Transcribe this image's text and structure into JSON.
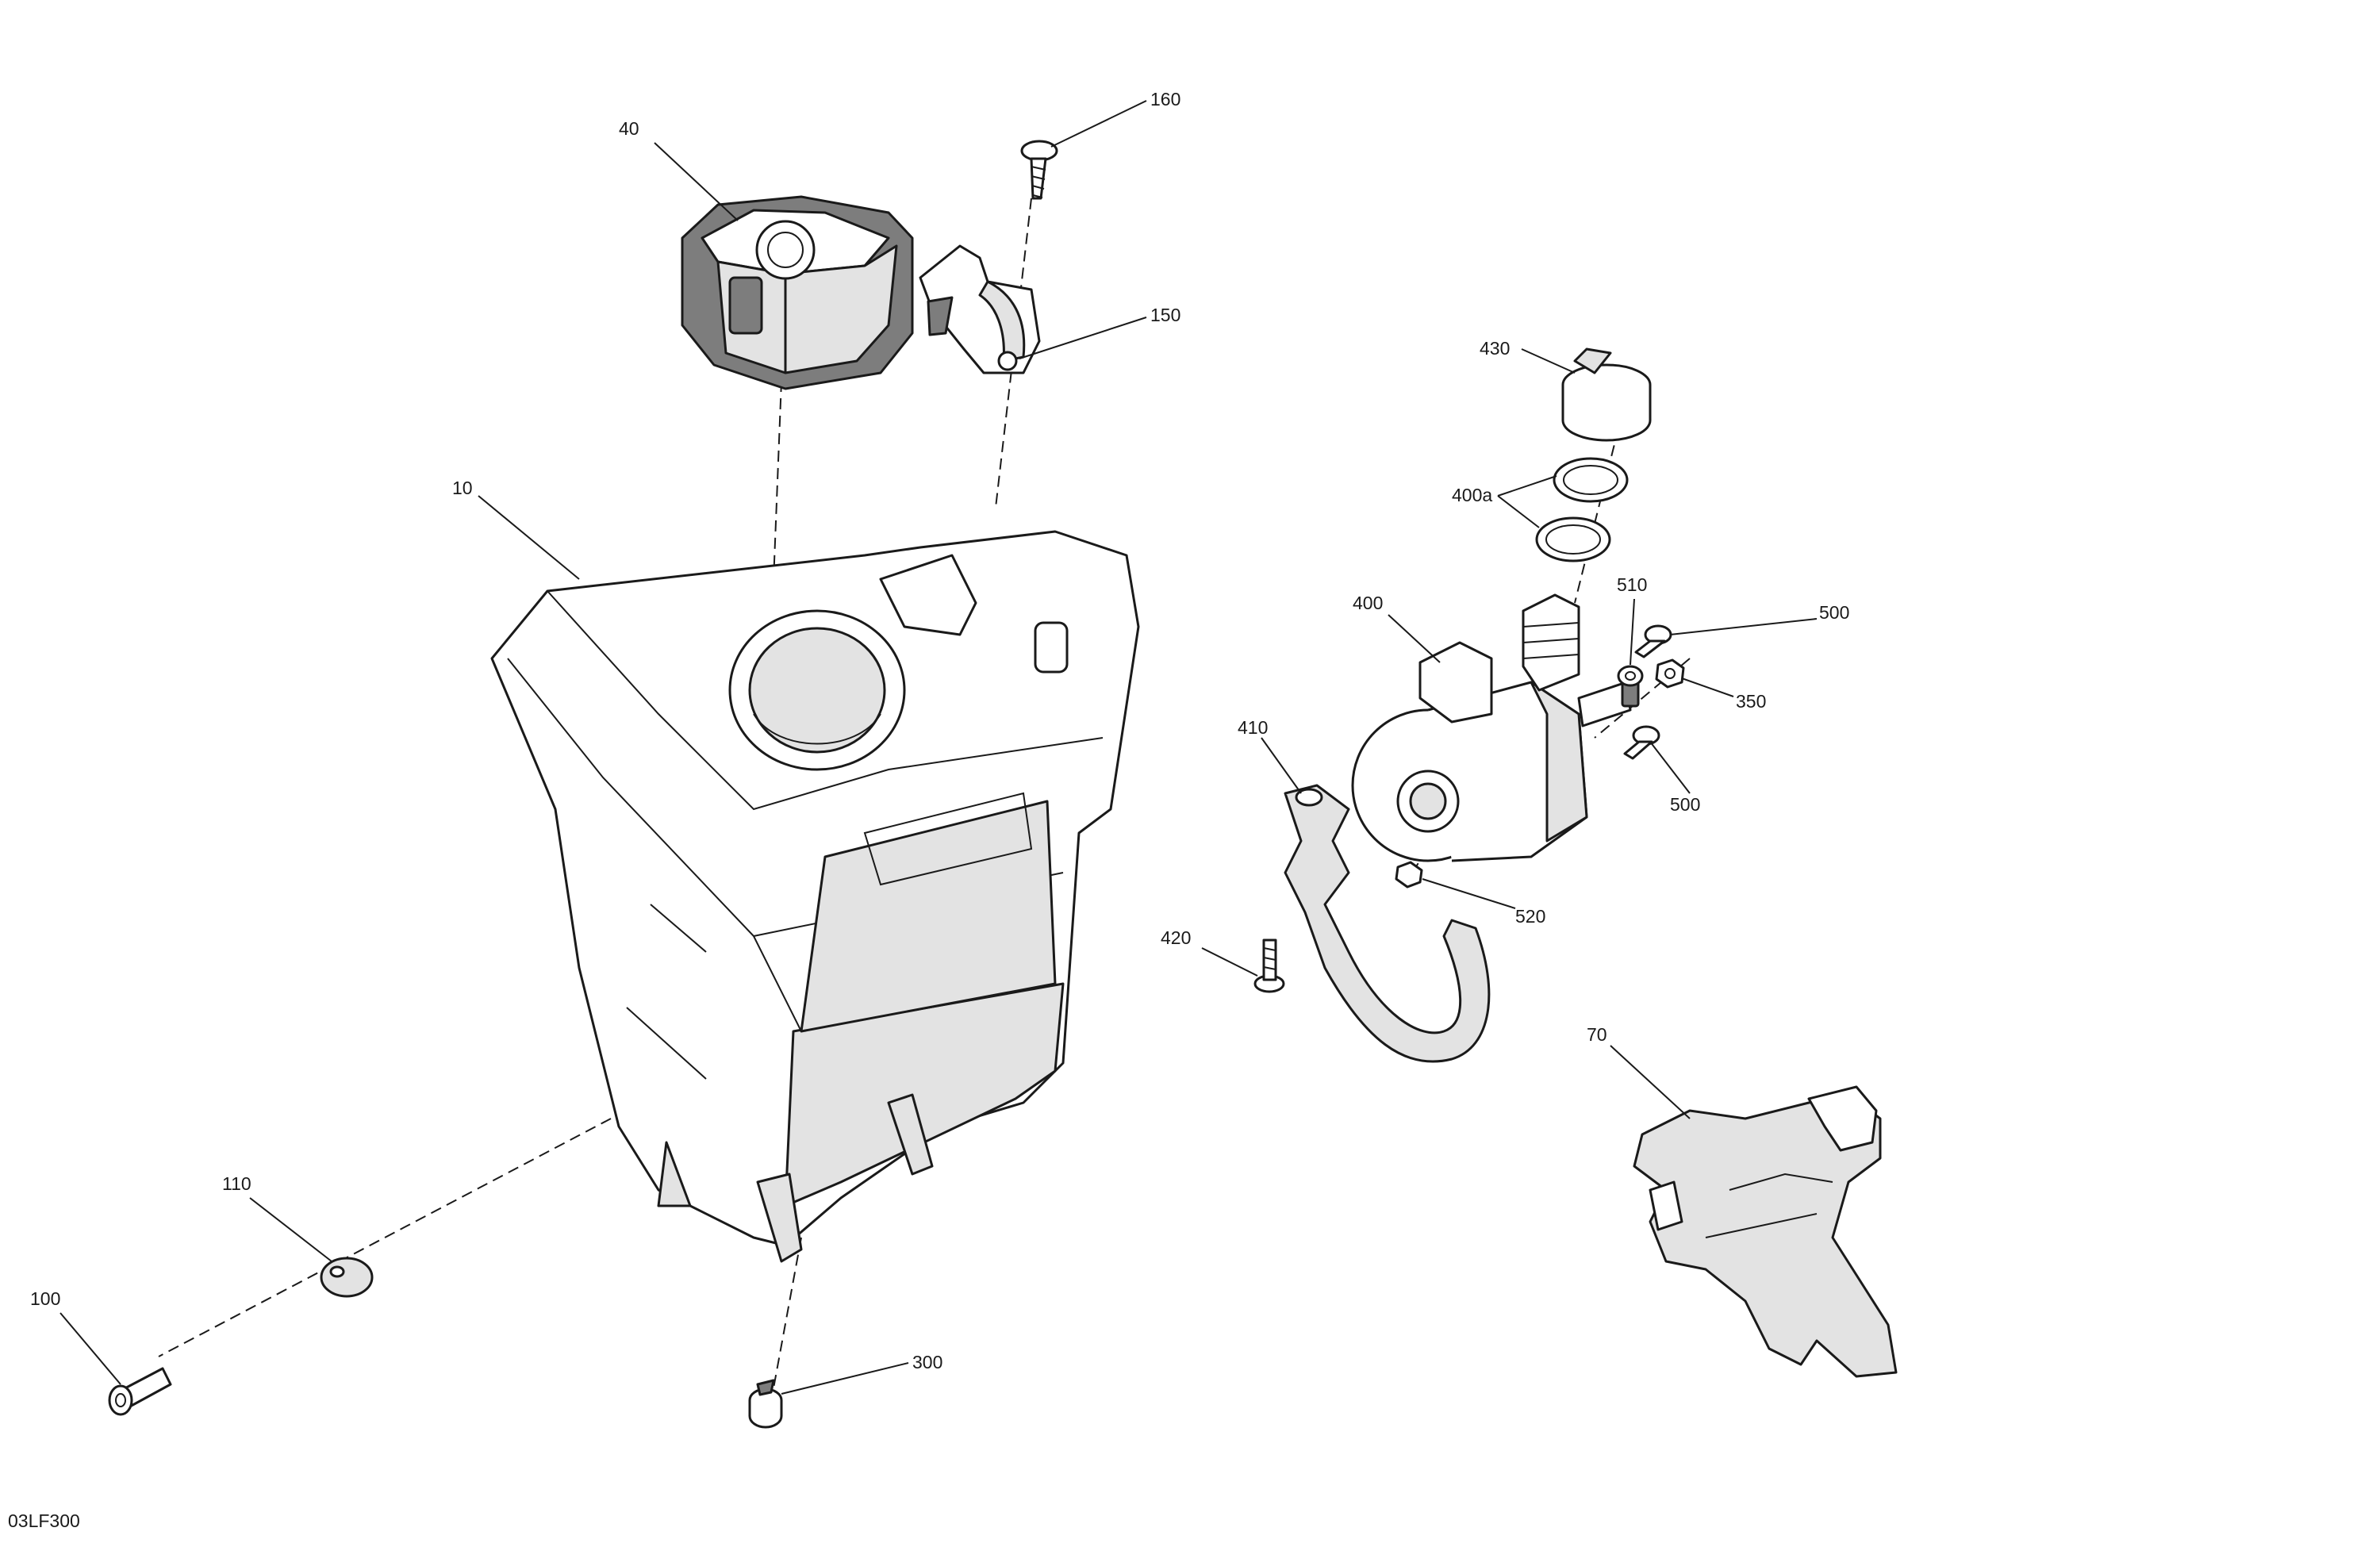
{
  "diagram": {
    "drawing_code": "03LF300",
    "callouts": [
      {
        "id": "c40",
        "text": "40"
      },
      {
        "id": "c160",
        "text": "160"
      },
      {
        "id": "c150",
        "text": "150"
      },
      {
        "id": "c10",
        "text": "10"
      },
      {
        "id": "c430",
        "text": "430"
      },
      {
        "id": "c400a",
        "text": "400a"
      },
      {
        "id": "c400",
        "text": "400"
      },
      {
        "id": "c510",
        "text": "510"
      },
      {
        "id": "c500a",
        "text": "500"
      },
      {
        "id": "c350",
        "text": "350"
      },
      {
        "id": "c500b",
        "text": "500"
      },
      {
        "id": "c410",
        "text": "410"
      },
      {
        "id": "c520",
        "text": "520"
      },
      {
        "id": "c420",
        "text": "420"
      },
      {
        "id": "c70",
        "text": "70"
      },
      {
        "id": "c110",
        "text": "110"
      },
      {
        "id": "c100",
        "text": "100"
      },
      {
        "id": "c300",
        "text": "300"
      }
    ]
  }
}
